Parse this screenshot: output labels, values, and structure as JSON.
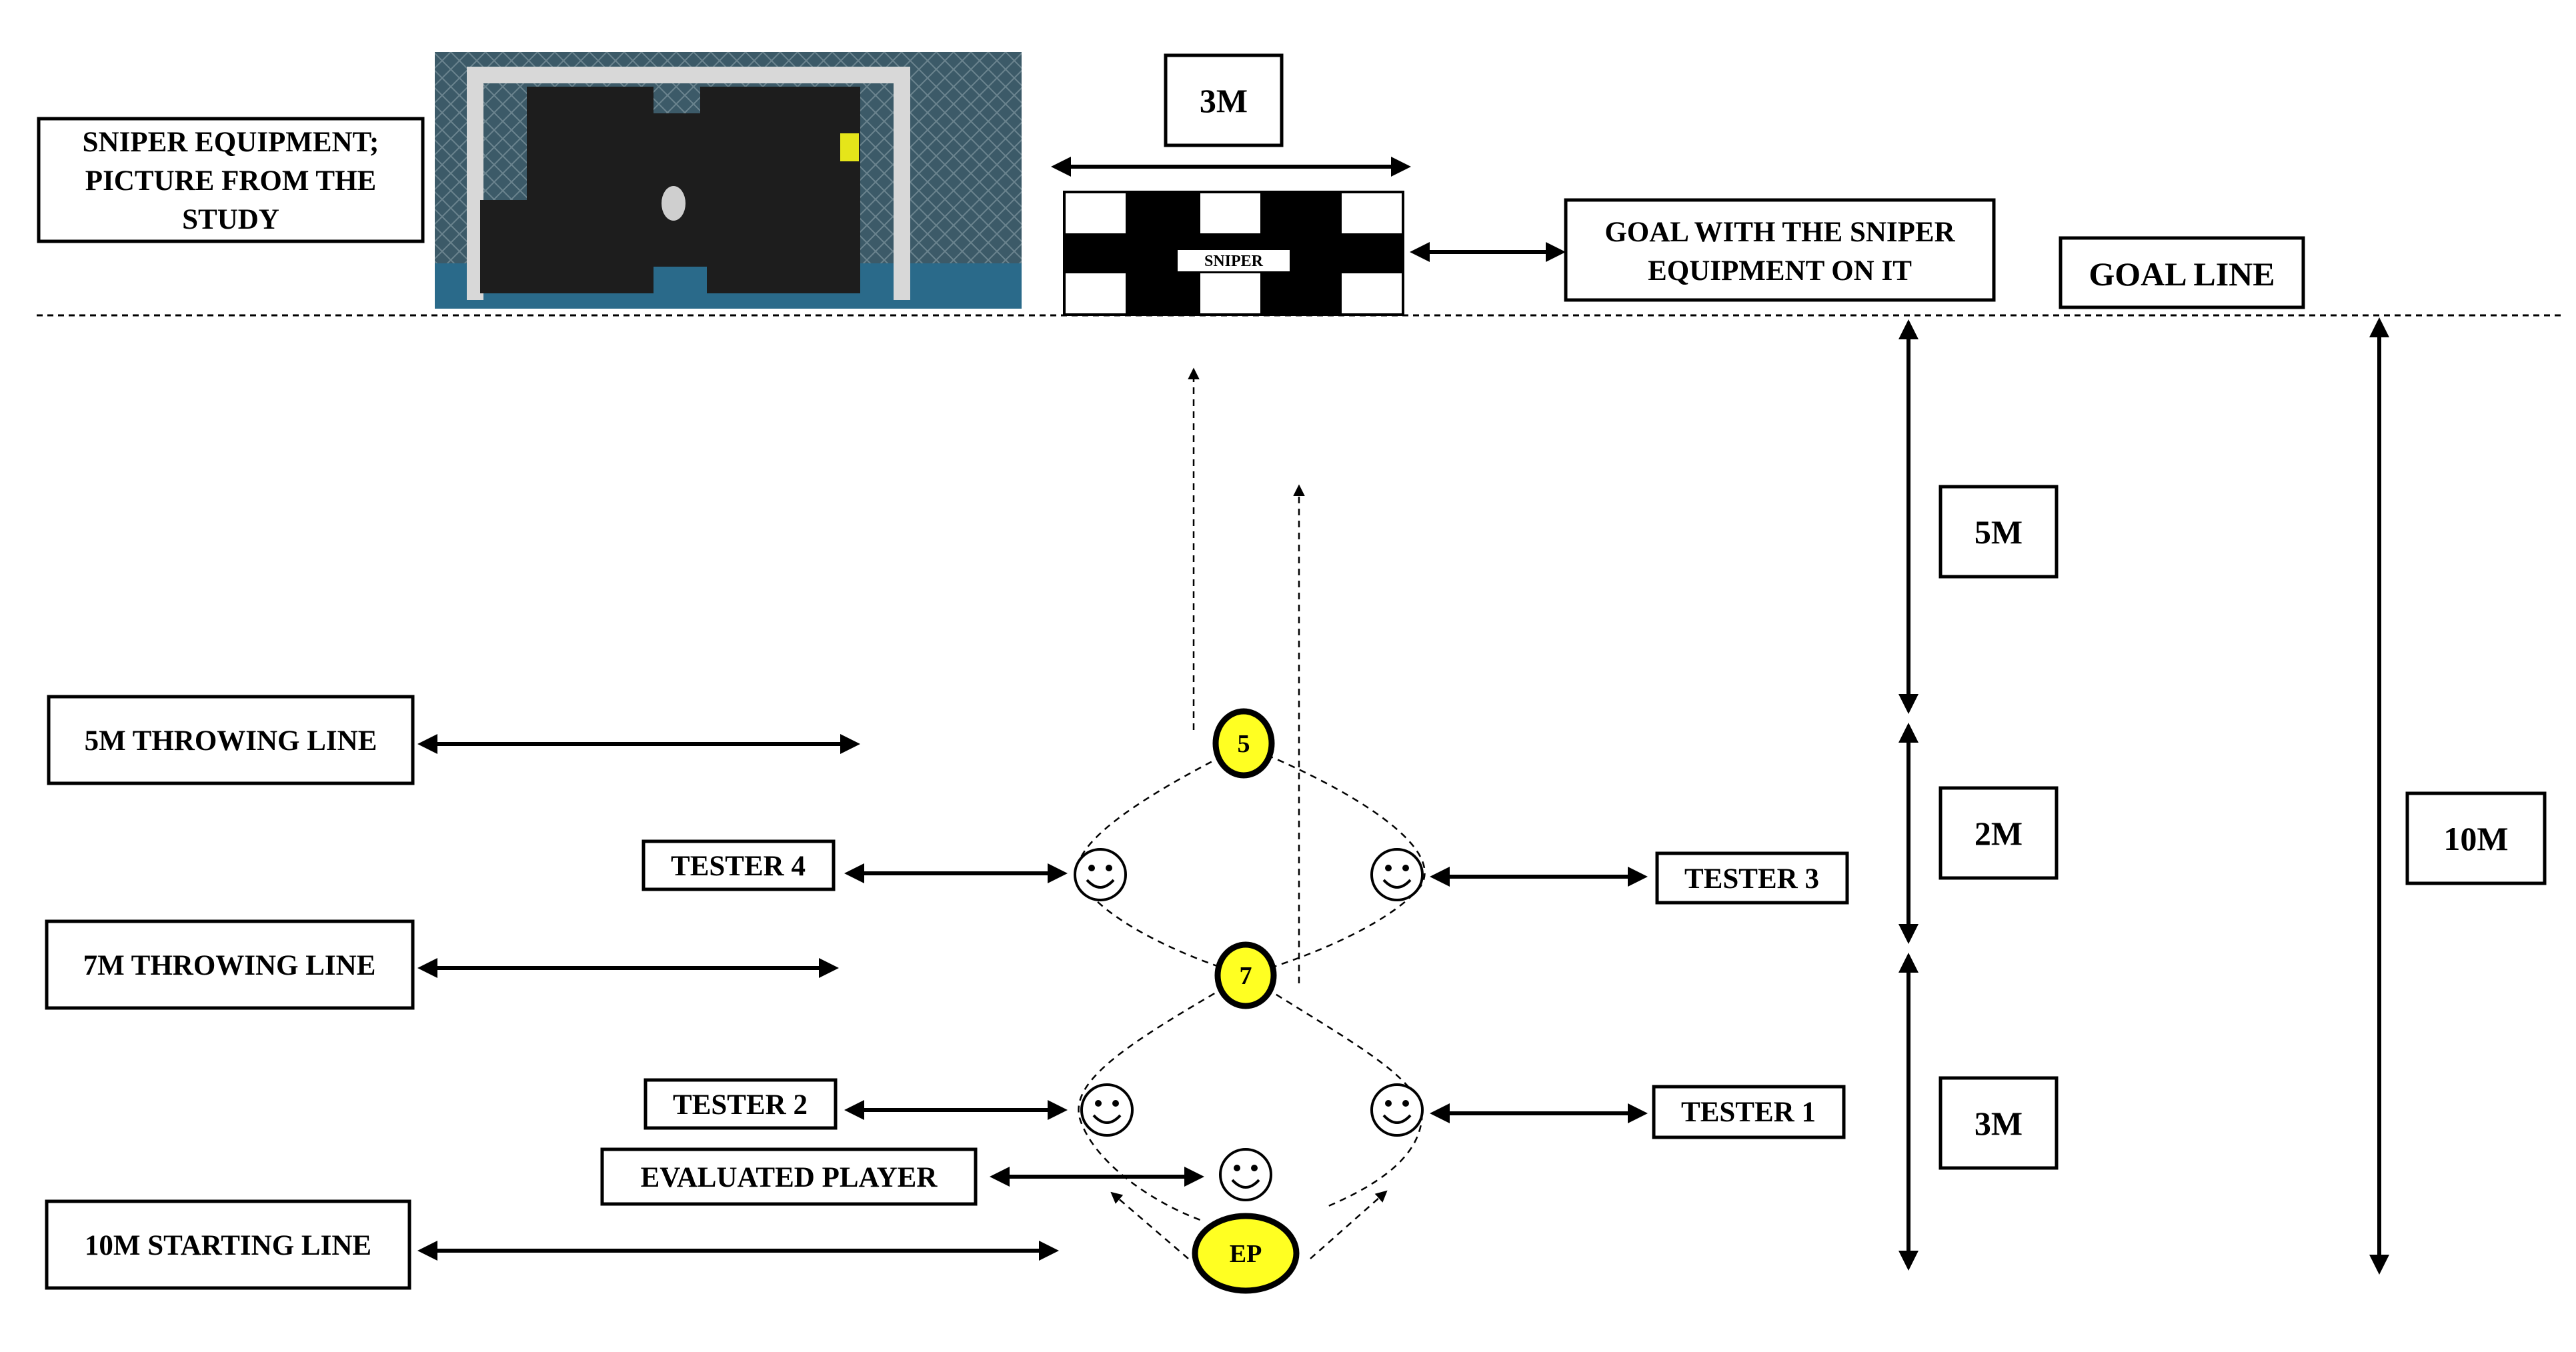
{
  "labels": {
    "sniper_caption": [
      "SNIPER EQUIPMENT;",
      "PICTURE FROM THE",
      "STUDY"
    ],
    "goal_width": "3M",
    "sniper_tag": "SNIPER",
    "goal_caption": [
      "GOAL WITH THE SNIPER",
      "EQUIPMENT ON IT"
    ],
    "goal_line": "GOAL LINE",
    "dist_5m": "5M",
    "dist_2m": "2M",
    "dist_3m": "3M",
    "dist_10m": "10M",
    "line_5m": "5M THROWING LINE",
    "line_7m": "7M THROWING LINE",
    "line_10m": "10M STARTING LINE",
    "tester_1": "TESTER 1",
    "tester_2": "TESTER 2",
    "tester_3": "TESTER 3",
    "tester_4": "TESTER 4",
    "evaluated_player": "EVALUATED PLAYER",
    "marker_5": "5",
    "marker_7": "7",
    "marker_ep": "EP"
  },
  "colors": {
    "marker_fill": "#ffff22",
    "goal_fill": "#000000",
    "photo_net": "#1d1d1d",
    "photo_floor": "#2a6a8a"
  },
  "icons": {
    "tester_face": "smiley-face-icon",
    "player_face": "smiley-face-icon"
  }
}
